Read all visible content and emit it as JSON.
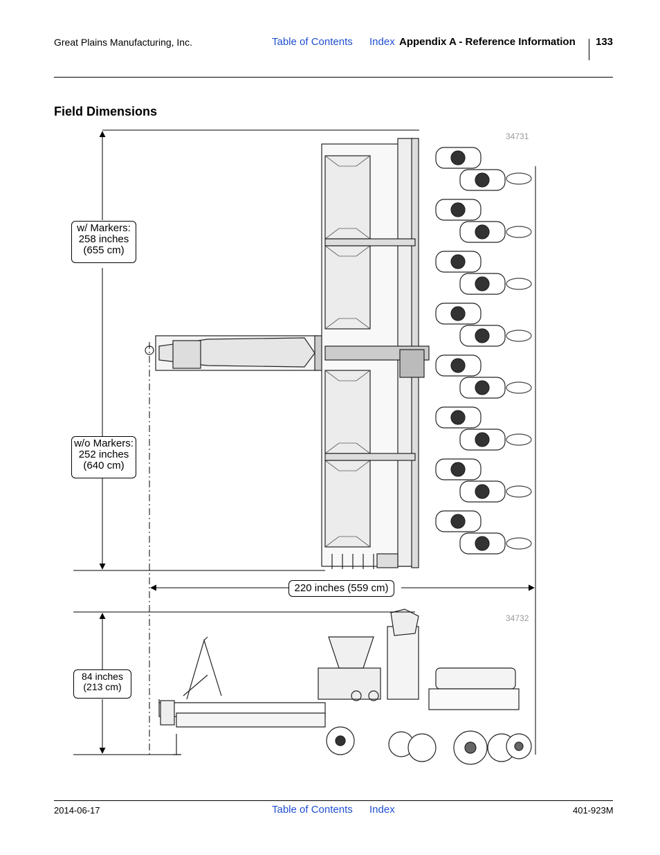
{
  "header": {
    "company": "Great Plains Manufacturing, Inc.",
    "toc_link": "Table of Contents",
    "index_link": "Index",
    "section": "Appendix A - Reference Information",
    "page_number": "133"
  },
  "page_title": "Field Dimensions",
  "figures": {
    "top_id": "34731",
    "bottom_id": "34732"
  },
  "dimensions": {
    "with_markers": [
      "w/ Markers:",
      "258 inches",
      "(655 cm)"
    ],
    "without_markers": [
      "w/o Markers:",
      "252 inches",
      "(640 cm)"
    ],
    "length": "220 inches (559 cm)",
    "height": [
      "84 inches",
      "(213 cm)"
    ]
  },
  "footer": {
    "date": "2014-06-17",
    "toc_link": "Table of Contents",
    "index_link": "Index",
    "doc_number": "401-923M"
  }
}
